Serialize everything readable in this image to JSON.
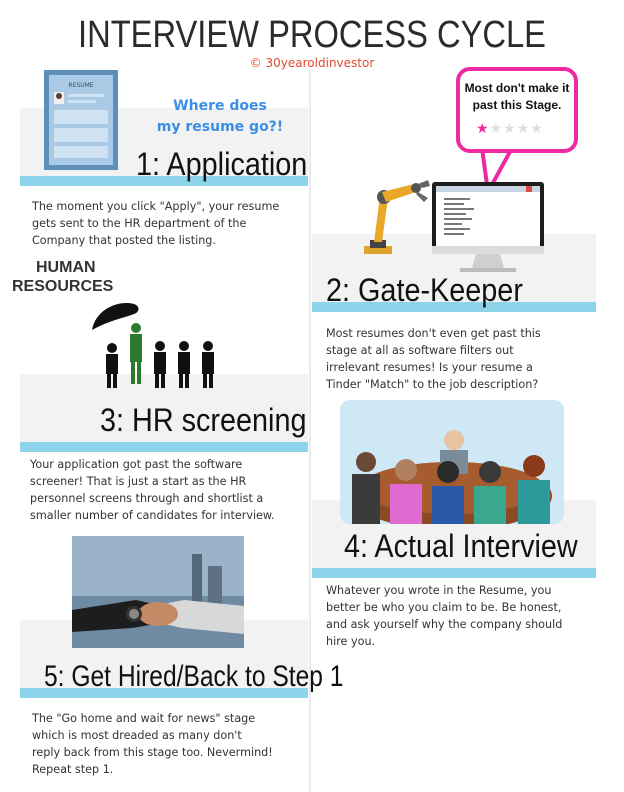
{
  "header": {
    "title": "INTERVIEW PROCESS CYCLE",
    "credit": "© 30yearoldinvestor"
  },
  "resume_card": {
    "label": "RESUME"
  },
  "where": {
    "line1": "Where does",
    "line2": "my resume go?!"
  },
  "bubble": {
    "line1": "Most don't make it",
    "line2": "past this Stage.",
    "rating": 1,
    "rating_max": 5
  },
  "hr_logo": {
    "line1": "HUMAN",
    "line2": "RESOURCES"
  },
  "steps": [
    {
      "title": "1: Application",
      "lines": [
        "The moment you click \"Apply\", your resume",
        "gets sent to the HR department of the",
        "Company that posted the listing."
      ]
    },
    {
      "title": "2: Gate-Keeper",
      "lines": [
        "Most resumes don't even get past this",
        "stage at all as software filters out",
        "irrelevant resumes! Is your resume a",
        "Tinder \"Match\" to the job description?"
      ]
    },
    {
      "title": "3: HR screening",
      "lines": [
        "Your application got past the software",
        "screener! That is just a start as the HR",
        "personnel screens through and shortlist a",
        "smaller number of candidates for interview."
      ]
    },
    {
      "title": "4: Actual Interview",
      "lines": [
        "Whatever you wrote in the Resume, you",
        "better be who you claim to be. Be honest,",
        "and ask yourself why the company should",
        "hire you."
      ]
    },
    {
      "title": "5: Get Hired/Back to Step 1",
      "lines": [
        "The \"Go home and wait for news\" stage",
        "which is most dreaded as many don't",
        "reply back from this stage too. Nevermind!",
        "Repeat step 1."
      ]
    }
  ],
  "colors": {
    "accent_blue": "#8dd4ea",
    "bubble_pink": "#ee2aa0",
    "credit_orange": "#e04a2c",
    "heading_blue": "#3a8ee8"
  }
}
